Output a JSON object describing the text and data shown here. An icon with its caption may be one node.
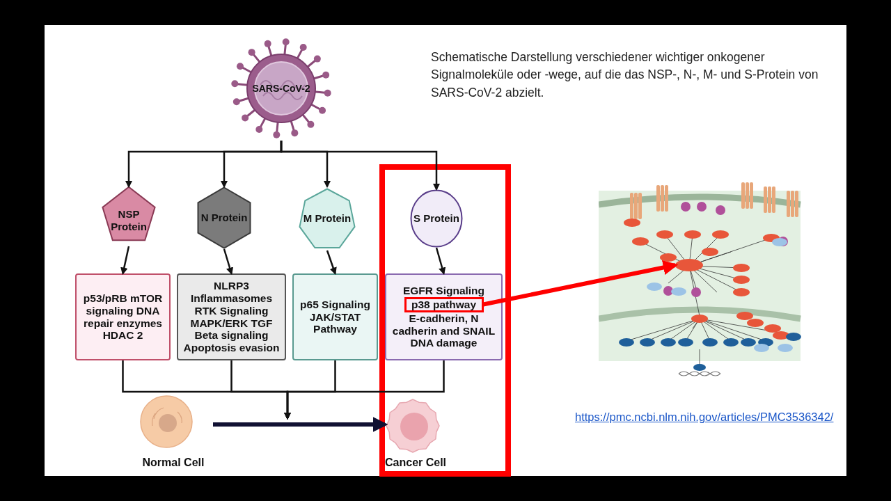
{
  "diagram": {
    "title": "Schematische Darstellung verschiedener wichtiger onkogener Signalmoleküle oder -wege, auf die das NSP-, N-, M- und S-Protein von SARS-CoV-2 abzielt.",
    "nodes": [
      {
        "text": [
          "SARS-CoV-2"
        ]
      },
      {
        "text": [
          "NSP Protein"
        ]
      },
      {
        "text": [
          "N Protein"
        ]
      },
      {
        "text": [
          "M Protein"
        ]
      },
      {
        "text": [],
        "shape": "box"
      },
      {
        "text": [
          "S Protein"
        ],
        "in": 4
      },
      {
        "text": [
          "p53/pRB mTOR signaling DNA repair enzymes HDAC 2"
        ]
      },
      {
        "text": [
          "NLRP3 Inflammasomes RTK Signaling MAPK/ERK TGF Beta signaling Apoptosis evasion"
        ]
      },
      {
        "text": [
          "p65 Signaling JAK/STAT Pathway"
        ]
      },
      {
        "text": [
          "EGFR Signaling",
          "E-cadherin, N cadherin and SNAIL DNA damage"
        ],
        "in": 4
      },
      {
        "text": [
          "p38 pathway"
        ],
        "in": 9
      },
      {
        "text": [
          "Normal Cell"
        ]
      },
      {
        "text": [
          "Cancer Cell"
        ],
        "in": 4
      },
      {
        "text": [],
        "shape": "picture"
      },
      {
        "text": [],
        "shape": "ellipse",
        "in": 13
      }
    ],
    "edges": [
      {
        "from": 0,
        "to": 1,
        "arrow": "to"
      },
      {
        "from": 0,
        "to": 2,
        "arrow": "to"
      },
      {
        "from": 0,
        "to": 3,
        "arrow": "to"
      },
      {
        "from": 0,
        "to": 5,
        "arrow": "to"
      },
      {
        "from": 1,
        "to": 6,
        "arrow": "to"
      },
      {
        "from": 2,
        "to": 7,
        "arrow": "to"
      },
      {
        "from": 3,
        "to": 8,
        "arrow": "to"
      },
      {
        "from": 5,
        "to": 9,
        "arrow": "to"
      },
      {
        "from": 6,
        "to": null,
        "arrow": "to"
      },
      {
        "from": 7,
        "to": null,
        "arrow": "to"
      },
      {
        "from": 8,
        "to": null,
        "arrow": "to"
      },
      {
        "from": 9,
        "to": null,
        "arrow": "to"
      },
      {
        "from": 11,
        "to": 12,
        "arrow": "to",
        "style": "thick",
        "color": "#111133"
      },
      {
        "from": 10,
        "to": 14,
        "arrow": "to",
        "style": "thick",
        "color": "#ff0000"
      }
    ],
    "labels": [
      "https://pmc.ncbi.nlm.nih.gov/articles/PMC3536342/"
    ]
  }
}
